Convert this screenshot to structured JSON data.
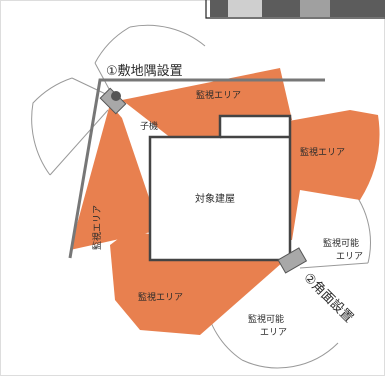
{
  "photo": {
    "description": "",
    "colors": {
      "dark": "#5c5c5c",
      "light": "#cfcfcf"
    }
  },
  "colors": {
    "coverage": "#e8804f",
    "outline": "#999999",
    "wall": "#777777",
    "building_stroke": "#444444",
    "camera_body": "#a8a8a8",
    "text": "#2b2b2b"
  },
  "labels": {
    "corner_install": "①敷地隅設置",
    "sub_unit": "子機",
    "zone_top": "監視エリア",
    "zone_right": "監視エリア",
    "zone_left_vertical": "監視エリア",
    "building": "対象建屋",
    "zone_possible_right_1": "監視可能",
    "zone_possible_right_2": "エリア",
    "zone_bottom_left": "監視エリア",
    "zone_possible_bottom_1": "監視可能",
    "zone_possible_bottom_2": "エリア",
    "wall_install": "②角面設置"
  }
}
